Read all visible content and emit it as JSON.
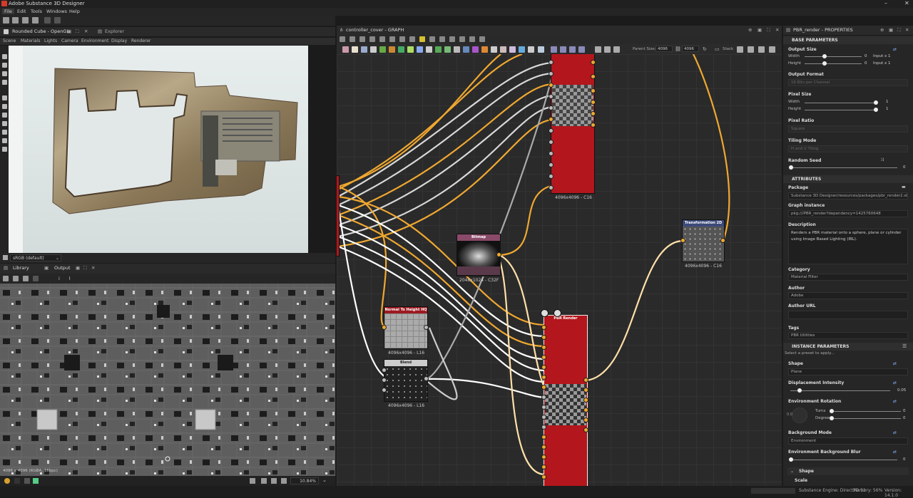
{
  "app": {
    "title": "Adobe Substance 3D Designer"
  },
  "menu": [
    "File",
    "Edit",
    "Tools",
    "Windows",
    "Help"
  ],
  "viewport": {
    "tab_main": "Rounded Cube - OpenGL",
    "tab_explorer": "Explorer",
    "submenu": [
      "Scene",
      "Materials",
      "Lights",
      "Camera",
      "Environment",
      "Display",
      "Renderer"
    ],
    "colorspace": "sRGB (default)"
  },
  "output": {
    "tab_library": "Library",
    "tab_output": "Output",
    "info": "4096 x 4096 (RGBA, 16bpc)",
    "zoom": "10.84%"
  },
  "graph": {
    "title": "controller_cover - GRAPH",
    "parent_size_label": "Parent Size:",
    "parent_size": "4096",
    "size2": "4096",
    "stack": "Stack",
    "nodes": {
      "top_red": {
        "label": "4096x4096 - C16"
      },
      "bitmap": {
        "title": "Bitmap",
        "label": "2048x1024 - C32F"
      },
      "normal": {
        "title": "Normal To Height HQ",
        "label": "4096x4096 - L16"
      },
      "blend": {
        "title": "Blend",
        "label": "4096x4096 - L16"
      },
      "pbr": {
        "title": "PBR Render"
      },
      "transform": {
        "title": "Transformation 2D",
        "label": "4096x4096 - C16"
      }
    }
  },
  "properties": {
    "title": "PBR_render - PROPERTIES",
    "base_section": "BASE PARAMETERS",
    "output_size": {
      "label": "Output Size",
      "width": "Width",
      "height": "Height",
      "w_val": "0",
      "h_val": "0",
      "w_input": "Input x 1",
      "h_input": "Input x 1"
    },
    "output_format": {
      "label": "Output Format",
      "value": "16 Bits per Channel"
    },
    "pixel_size": {
      "label": "Pixel Size",
      "width": "Width",
      "height": "Height",
      "w_val": "1",
      "h_val": "1"
    },
    "pixel_ratio": {
      "label": "Pixel Ratio",
      "value": "Square"
    },
    "tiling_mode": {
      "label": "Tiling Mode",
      "value": "H and V Tiling"
    },
    "random_seed": {
      "label": "Random Seed",
      "value": "0"
    },
    "attributes_section": "ATTRIBUTES",
    "package": {
      "label": "Package",
      "value": "Substance 3D Designer/resources/packages/pbr_render2.sbs"
    },
    "graph_instance": {
      "label": "Graph instance",
      "value": "pkg:///PBR_render?dependency=1425760648"
    },
    "description": {
      "label": "Description",
      "value": "Renders a PBR material onto a sphere, plane or cylinder using Image Based Lighting (IBL)."
    },
    "category": {
      "label": "Category",
      "value": "Material Filter"
    },
    "author": {
      "label": "Author",
      "value": "Adobe"
    },
    "author_url": {
      "label": "Author URL",
      "value": ""
    },
    "tags": {
      "label": "Tags",
      "value": "PBR Utilities"
    },
    "instance_section": "INSTANCE PARAMETERS",
    "preset": "Select a preset to apply...",
    "shape": {
      "label": "Shape",
      "value": "Plane"
    },
    "displacement": {
      "label": "Displacement Intensity",
      "value": "0.05"
    },
    "env_rotation": {
      "label": "Environment Rotation",
      "turns": "Turns",
      "degrees": "Degrees",
      "turns_val": "0",
      "deg_val": "0",
      "dial": "0.0"
    },
    "bg_mode": {
      "label": "Background Mode",
      "value": "Environment"
    },
    "bg_blur": {
      "label": "Environment Background Blur",
      "value": "0"
    },
    "shape_group": "Shape",
    "scale": {
      "label": "Scale"
    }
  },
  "status": {
    "engine": "Substance Engine: Direct3D 11",
    "memory": "Memory: 56%",
    "version": "Version: 14.1.0"
  },
  "colors": {
    "accent": "#f0a830",
    "node_red": "#b3161c",
    "bitmap_header": "#8a4a6a",
    "normal_header": "#9c1a22",
    "transform_header": "#3c4a7a"
  }
}
